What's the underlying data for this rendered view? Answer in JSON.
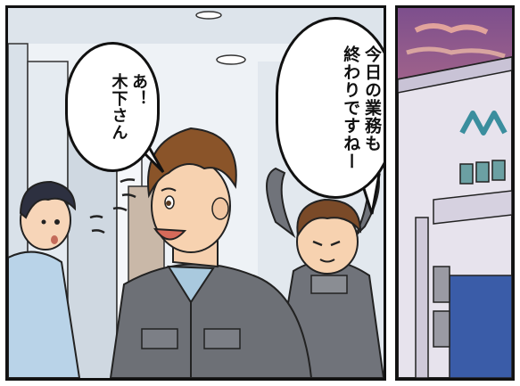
{
  "panels": [
    {
      "name": "office-scene",
      "bubbles": [
        {
          "speaker": "left",
          "text": "あ！\n木下さん"
        },
        {
          "speaker": "right",
          "text": "今日の業務も\n終わりですねー"
        }
      ]
    },
    {
      "name": "building-exterior"
    }
  ],
  "colors": {
    "sky_top": "#8b5a8f",
    "sky_bottom": "#f2a17e",
    "building": "#e8e4ec",
    "jacket": "#6f7278",
    "shirt_blue": "#a7c8de",
    "hair_brown": "#8a5429",
    "logo": "#3b8e9e"
  }
}
